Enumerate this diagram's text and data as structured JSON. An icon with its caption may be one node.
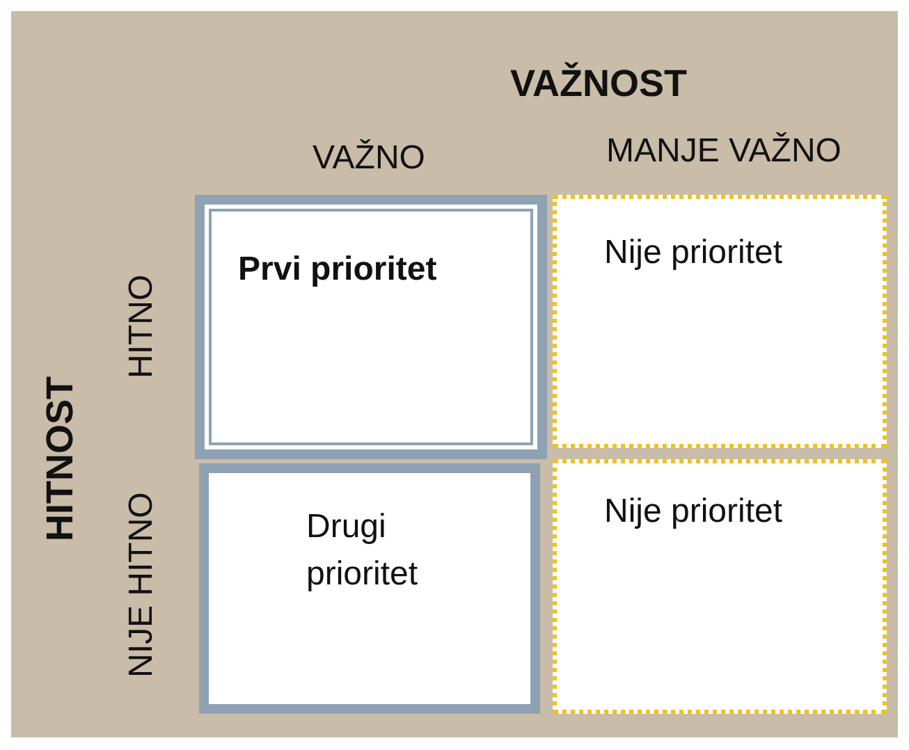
{
  "diagram": {
    "nodes": [
      {
        "text": [
          "Prvi prioritet"
        ]
      },
      {
        "text": [
          "Nije prioritet"
        ]
      },
      {
        "text": [
          "Drugi prioritet"
        ]
      },
      {
        "text": [
          "Nije prioritet"
        ]
      }
    ],
    "edges": [],
    "labels": [
      "VAŽNOST",
      "VAŽNO",
      "MANJE VAŽNO",
      "HITNOST",
      "HITNO",
      "NIJE HITNO"
    ]
  }
}
